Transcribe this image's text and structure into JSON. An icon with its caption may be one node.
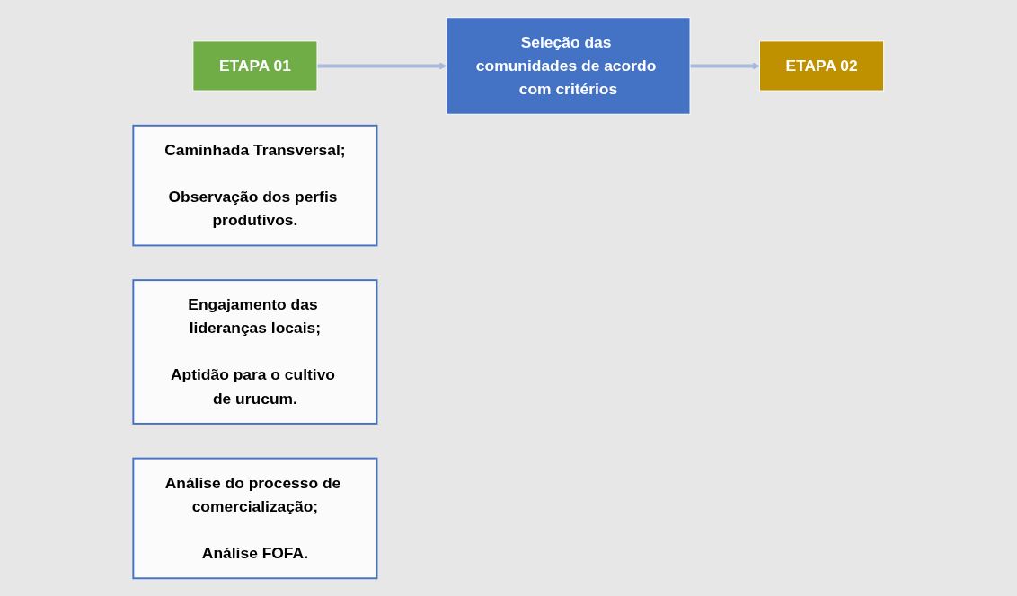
{
  "diagram": {
    "nodes": [
      {
        "text": [
          "ETAPA 01"
        ]
      },
      {
        "text": [
          "Caminhada Transversal;",
          "Observação dos perfis produtivos."
        ]
      },
      {
        "text": [
          "Seleção das comunidades de acordo com critérios"
        ]
      },
      {
        "text": [
          "Engajamento das lideranças locais;",
          "Aptidão para o cultivo de urucum."
        ]
      },
      {
        "text": [
          "ETAPA 02"
        ]
      },
      {
        "text": [
          "Análise do processo de comercialização;",
          "Análise FOFA."
        ]
      }
    ],
    "edges": [
      {
        "from": 0,
        "to": 2,
        "arrow": "to",
        "color": "#aab9dc"
      },
      {
        "from": 2,
        "to": 4,
        "arrow": "to",
        "color": "#aab9dc"
      }
    ]
  }
}
